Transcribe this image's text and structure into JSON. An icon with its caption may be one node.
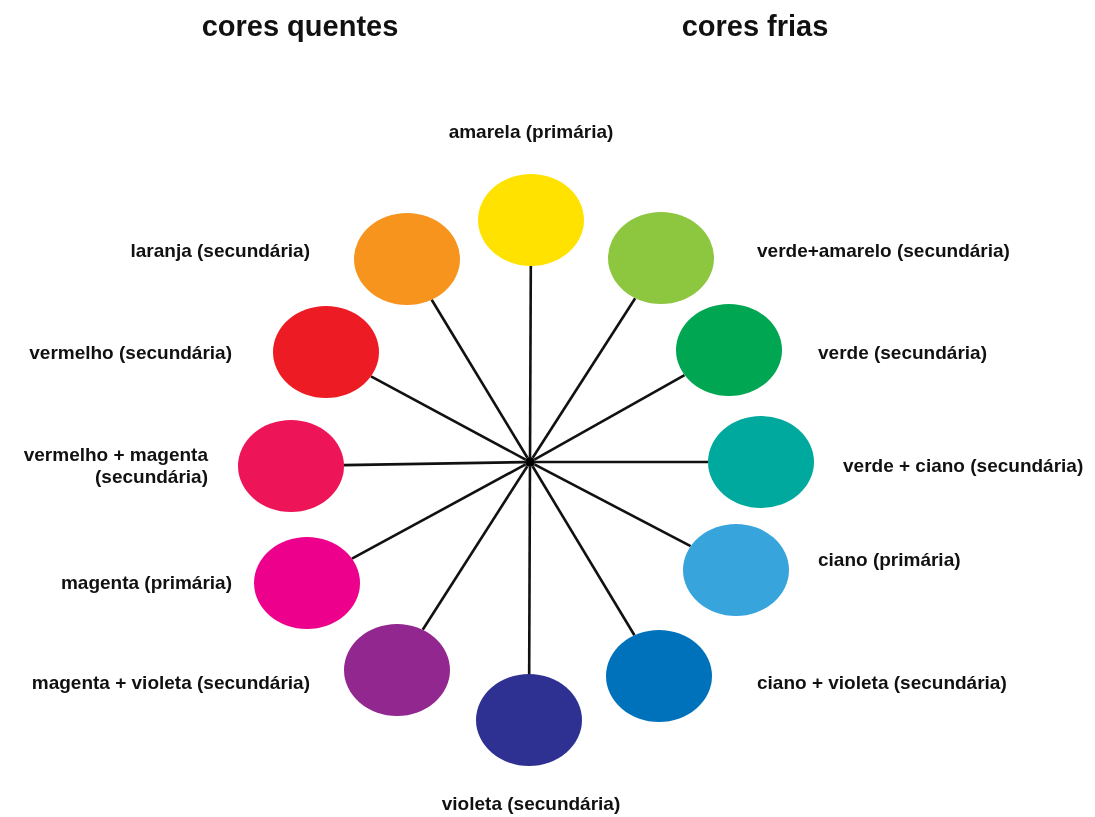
{
  "diagram": {
    "nodes": [
      {
        "text": [],
        "shape": "circle"
      },
      {
        "text": [],
        "shape": "circle",
        "beside": [
          "amarela (primária)"
        ]
      },
      {
        "text": [],
        "shape": "circle",
        "beside": [
          "verde+amarelo (secundária)"
        ]
      },
      {
        "text": [],
        "shape": "circle",
        "beside": [
          "verde (secundária)"
        ]
      },
      {
        "text": [],
        "shape": "circle",
        "beside": [
          "verde + ciano (secundária)"
        ]
      },
      {
        "text": [],
        "shape": "circle",
        "beside": [
          "ciano (primária)"
        ]
      },
      {
        "text": [],
        "shape": "circle",
        "beside": [
          "ciano + violeta (secundária)"
        ]
      },
      {
        "text": [],
        "shape": "circle",
        "beside": [
          "violeta (secundária)"
        ]
      },
      {
        "text": [],
        "shape": "circle",
        "beside": [
          "magenta + violeta (secundária)"
        ]
      },
      {
        "text": [],
        "shape": "circle",
        "beside": [
          "magenta (primária)"
        ]
      },
      {
        "text": [],
        "shape": "circle",
        "beside": [
          "vermelho + magenta (secundária)"
        ]
      },
      {
        "text": [],
        "shape": "circle",
        "beside": [
          "vermelho (secundária)"
        ]
      },
      {
        "text": [],
        "shape": "circle",
        "beside": [
          "laranja (secundária)"
        ]
      }
    ],
    "edges": [
      {
        "from": 0,
        "to": 1,
        "arrow": "none"
      },
      {
        "from": 0,
        "to": 2,
        "arrow": "none"
      },
      {
        "from": 0,
        "to": 3,
        "arrow": "none"
      },
      {
        "from": 0,
        "to": 4,
        "arrow": "none"
      },
      {
        "from": 0,
        "to": 5,
        "arrow": "none"
      },
      {
        "from": 0,
        "to": 6,
        "arrow": "none"
      },
      {
        "from": 0,
        "to": 7,
        "arrow": "none"
      },
      {
        "from": 0,
        "to": 8,
        "arrow": "none"
      },
      {
        "from": 0,
        "to": 9,
        "arrow": "none"
      },
      {
        "from": 0,
        "to": 10,
        "arrow": "none"
      },
      {
        "from": 0,
        "to": 11,
        "arrow": "none"
      },
      {
        "from": 0,
        "to": 12,
        "arrow": "none"
      }
    ],
    "labels": [
      "cores quentes",
      "cores frias"
    ]
  }
}
